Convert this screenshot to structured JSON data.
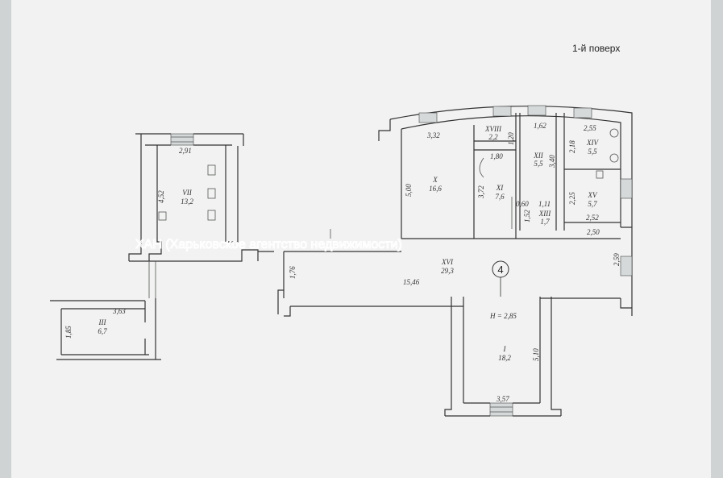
{
  "header": {
    "floor_label": "1-й поверх",
    "smudged_text": [
      "",
      "",
      ""
    ]
  },
  "watermark": "ХАН (Харьковское агентство недвижимости)",
  "circle_mark": "4",
  "rooms": [
    {
      "id": "VII",
      "number": "VII",
      "area": "13,2"
    },
    {
      "id": "III",
      "number": "III",
      "area": "6,7"
    },
    {
      "id": "X",
      "number": "X",
      "area": "16,6"
    },
    {
      "id": "XI",
      "number": "XI",
      "area": "7,6"
    },
    {
      "id": "XII",
      "number": "XII",
      "area": "5,5"
    },
    {
      "id": "XIII",
      "number": "XIII",
      "area": "1,7"
    },
    {
      "id": "XIV",
      "number": "XIV",
      "area": "5,5"
    },
    {
      "id": "XV",
      "number": "XV",
      "area": "5,7"
    },
    {
      "id": "XVI",
      "number": "XVI",
      "area": "29,3"
    },
    {
      "id": "XVIII",
      "number": "XVIII",
      "area": "2,2"
    },
    {
      "id": "I",
      "number": "I",
      "area": "18,2"
    }
  ],
  "height_label": "H = 2,85",
  "dimensions": {
    "vii_width": "2,91",
    "vii_depth": "4,52",
    "iii_width": "3,63",
    "iii_depth": "1,85",
    "x_width": "3,32",
    "x_depth": "5,00",
    "xviii_depth": "1,20",
    "xi_width": "1,80",
    "xi_depth": "3,72",
    "xii_width": "1,62",
    "xii_depth": "3,40",
    "xiii_gap": "0,60",
    "xiii_width": "1,11",
    "xiii_depth": "1,52",
    "xiv_width": "2,55",
    "xiv_depth": "2,18",
    "xv_depth": "2,25",
    "xv_width": "2,52",
    "xvi_right": "2,50",
    "xvi_depth_right": "2,59",
    "xvi_depth_left": "1,76",
    "xvi_length": "15,46",
    "i_depth": "5,10",
    "i_width": "3,57"
  }
}
